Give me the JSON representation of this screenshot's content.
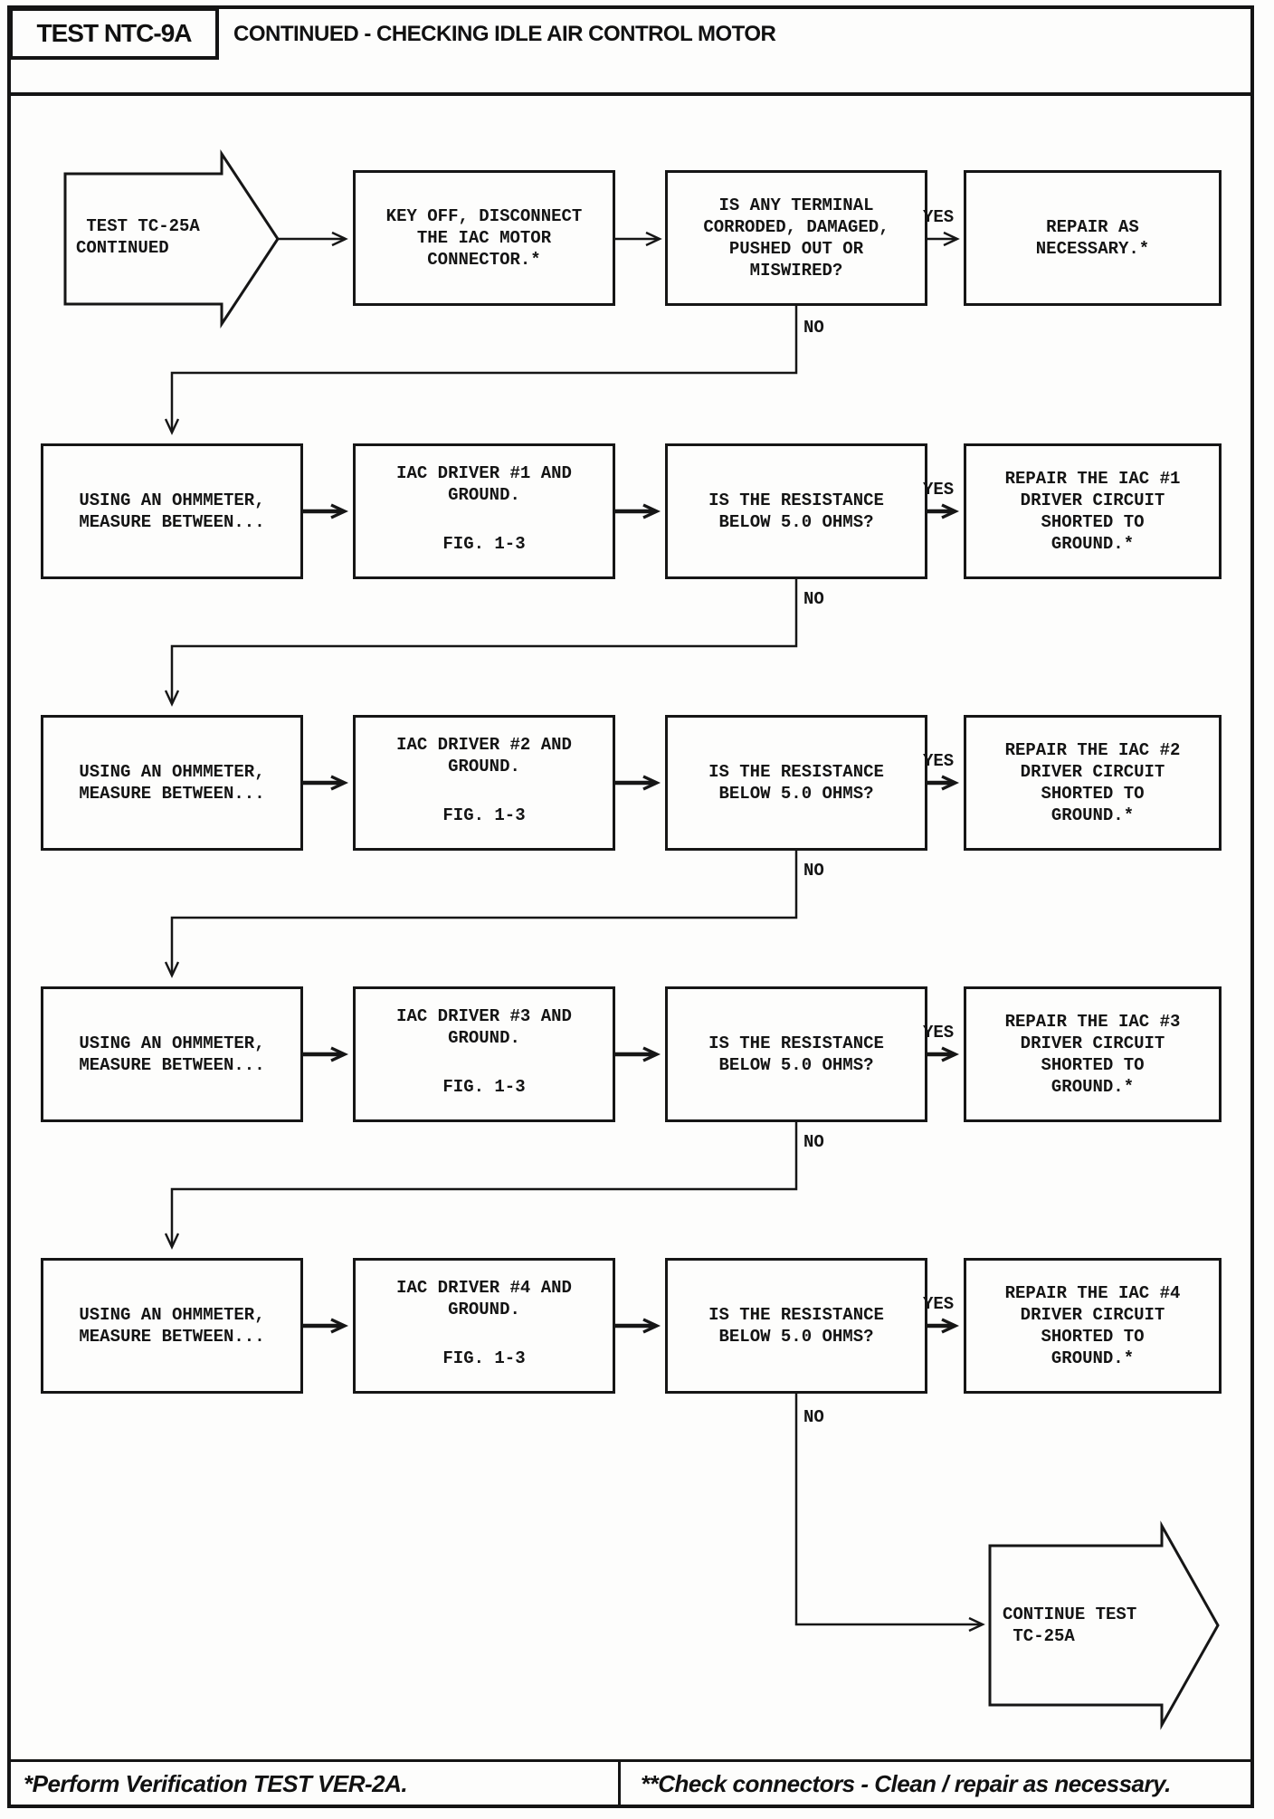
{
  "header": {
    "test_id": "TEST NTC-9A",
    "title": "CONTINUED - CHECKING IDLE AIR CONTROL MOTOR"
  },
  "flow": {
    "start_label": " TEST TC-25A\nCONTINUED",
    "row1": {
      "step": "KEY OFF, DISCONNECT\nTHE IAC MOTOR\nCONNECTOR.*",
      "question": "IS ANY TERMINAL\nCORRODED, DAMAGED,\nPUSHED OUT OR\nMISWIRED?",
      "yes_label": "YES",
      "no_label": "NO",
      "repair": "REPAIR AS\nNECESSARY.*"
    },
    "drivers": [
      {
        "measure": "USING AN OHMMETER,\nMEASURE BETWEEN...",
        "target": "IAC DRIVER #1 AND\nGROUND.",
        "figure": "FIG. 1-3",
        "question": "IS THE RESISTANCE\nBELOW 5.0 OHMS?",
        "yes_label": "YES",
        "no_label": "NO",
        "repair": "REPAIR THE IAC #1\nDRIVER CIRCUIT\nSHORTED TO\nGROUND.*"
      },
      {
        "measure": "USING AN OHMMETER,\nMEASURE BETWEEN...",
        "target": "IAC DRIVER #2 AND\nGROUND.",
        "figure": "FIG. 1-3",
        "question": "IS THE RESISTANCE\nBELOW 5.0 OHMS?",
        "yes_label": "YES",
        "no_label": "NO",
        "repair": "REPAIR THE IAC #2\nDRIVER CIRCUIT\nSHORTED TO\nGROUND.*"
      },
      {
        "measure": "USING AN OHMMETER,\nMEASURE BETWEEN...",
        "target": "IAC DRIVER #3 AND\nGROUND.",
        "figure": "FIG. 1-3",
        "question": "IS THE RESISTANCE\nBELOW 5.0 OHMS?",
        "yes_label": "YES",
        "no_label": "NO",
        "repair": "REPAIR THE IAC #3\nDRIVER CIRCUIT\nSHORTED TO\nGROUND.*"
      },
      {
        "measure": "USING AN OHMMETER,\nMEASURE BETWEEN...",
        "target": "IAC DRIVER #4 AND\nGROUND.",
        "figure": "FIG. 1-3",
        "question": "IS THE RESISTANCE\nBELOW 5.0 OHMS?",
        "yes_label": "YES",
        "no_label": "NO",
        "repair": "REPAIR THE IAC #4\nDRIVER CIRCUIT\nSHORTED TO\nGROUND.*"
      }
    ],
    "end_label": "CONTINUE TEST\n TC-25A"
  },
  "footer": {
    "note_left": "*Perform Verification TEST VER-2A.",
    "note_right": "**Check connectors - Clean / repair as necessary."
  }
}
